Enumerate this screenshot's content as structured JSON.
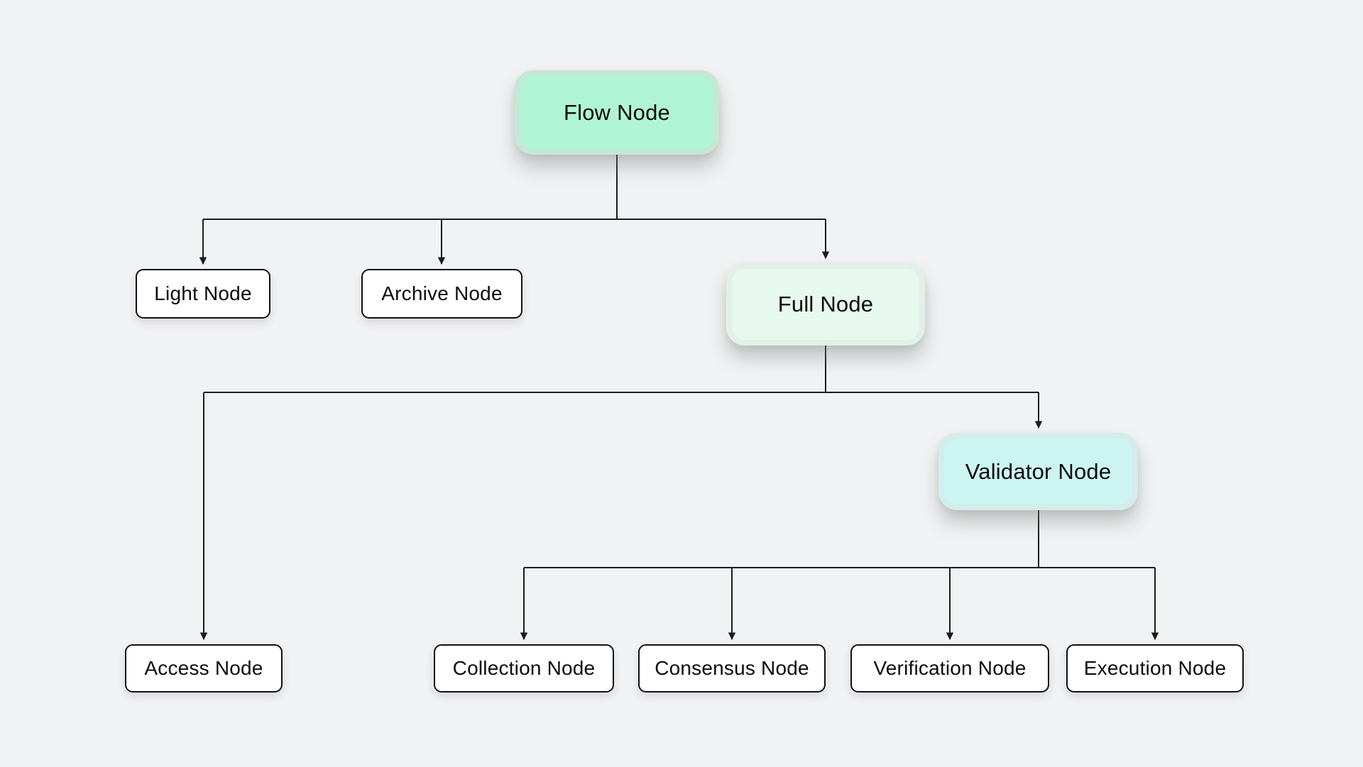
{
  "canvas": {
    "background": "#f1f2f4"
  },
  "diagram": {
    "type": "tree-flowchart",
    "colors": {
      "line": "#1c1c1c",
      "plain_node_fill": "#ffffff",
      "plain_node_border": "#111111",
      "text": "#0c0c0c"
    },
    "nodes": {
      "flow": {
        "label": "Flow Node",
        "fill": "#b0f4d6",
        "ring": "#c4e8d5"
      },
      "light": {
        "label": "Light Node",
        "fill": "#ffffff",
        "ring": "#111111"
      },
      "archive": {
        "label": "Archive Node",
        "fill": "#ffffff",
        "ring": "#111111"
      },
      "full": {
        "label": "Full Node",
        "fill": "#e7f8ee",
        "ring": "#e2f0e8"
      },
      "validator": {
        "label": "Validator Node",
        "fill": "#ccf5f2",
        "ring": "#d4eceb"
      },
      "access": {
        "label": "Access Node",
        "fill": "#ffffff",
        "ring": "#111111"
      },
      "collection": {
        "label": "Collection Node",
        "fill": "#ffffff",
        "ring": "#111111"
      },
      "consensus": {
        "label": "Consensus Node",
        "fill": "#ffffff",
        "ring": "#111111"
      },
      "verification": {
        "label": "Verification Node",
        "fill": "#ffffff",
        "ring": "#111111"
      },
      "execution": {
        "label": "Execution Node",
        "fill": "#ffffff",
        "ring": "#111111"
      }
    },
    "edges": [
      {
        "from": "flow",
        "to": "light"
      },
      {
        "from": "flow",
        "to": "archive"
      },
      {
        "from": "flow",
        "to": "full"
      },
      {
        "from": "full",
        "to": "access"
      },
      {
        "from": "full",
        "to": "validator"
      },
      {
        "from": "validator",
        "to": "collection"
      },
      {
        "from": "validator",
        "to": "consensus"
      },
      {
        "from": "validator",
        "to": "verification"
      },
      {
        "from": "validator",
        "to": "execution"
      }
    ]
  }
}
